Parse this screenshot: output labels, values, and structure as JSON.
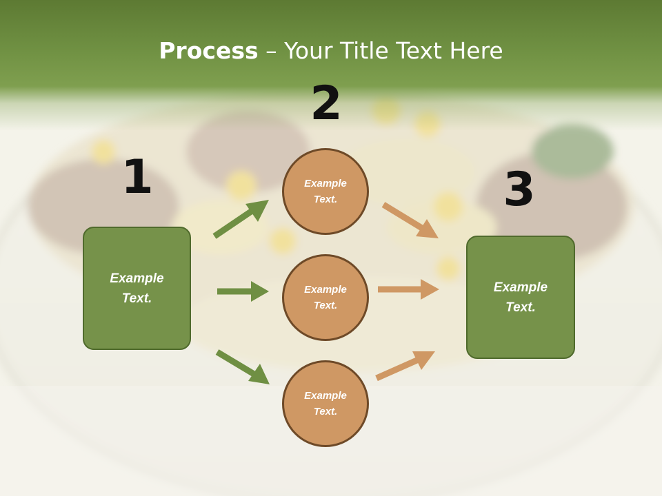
{
  "title": {
    "bold": "Process",
    "rest": " – Your Title Text Here"
  },
  "steps": [
    {
      "number": "1",
      "text": "Example\nText."
    },
    {
      "number": "2",
      "text": "Example\nText."
    },
    {
      "number": "3",
      "text": "Example\nText."
    }
  ],
  "circles": [
    {
      "text": "Example\nText."
    },
    {
      "text": "Example\nText."
    },
    {
      "text": "Example\nText."
    }
  ],
  "colors": {
    "header_green": "#6f9042",
    "box_green": "#76924a",
    "circle_tan": "#cf9864",
    "arrow_green": "#6f8f43",
    "arrow_tan": "#cf9864"
  }
}
